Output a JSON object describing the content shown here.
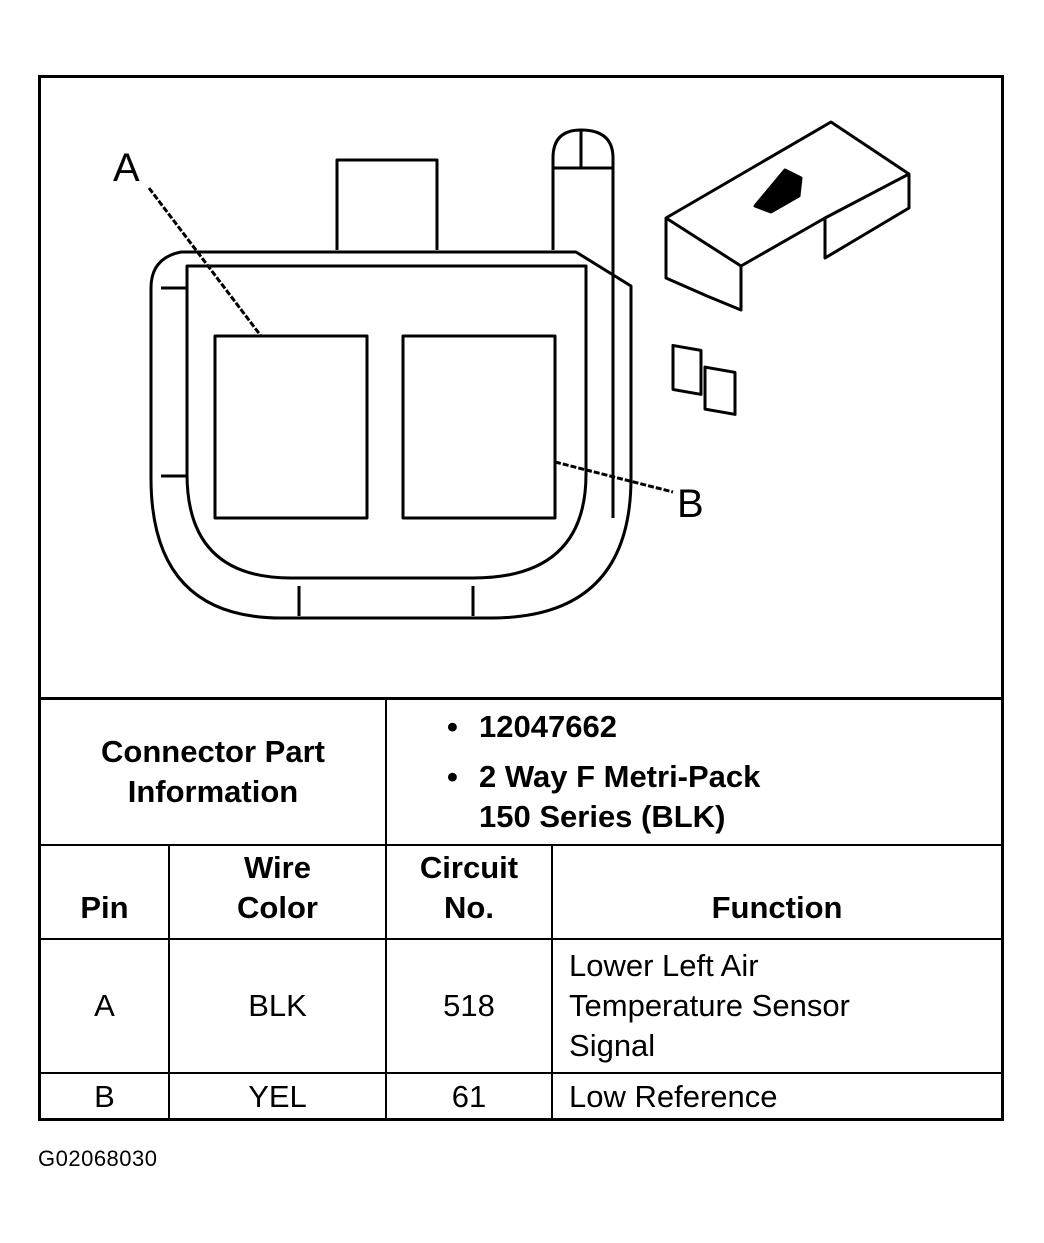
{
  "diagram": {
    "callout_a": "A",
    "callout_b": "B"
  },
  "connector_info": {
    "title_line1": "Connector Part",
    "title_line2": "Information",
    "bullets": [
      "12047662",
      "2 Way F Metri-Pack",
      "150 Series (BLK)"
    ]
  },
  "pin_table": {
    "headers": {
      "pin": "Pin",
      "wire_color_line1": "Wire",
      "wire_color_line2": "Color",
      "circuit_line1": "Circuit",
      "circuit_line2": "No.",
      "function": "Function"
    },
    "rows": [
      {
        "pin": "A",
        "wire_color": "BLK",
        "circuit": "518",
        "function_lines": [
          "Lower Left Air",
          "Temperature Sensor",
          "Signal"
        ]
      },
      {
        "pin": "B",
        "wire_color": "YEL",
        "circuit": "61",
        "function_lines": [
          "Low Reference"
        ]
      }
    ]
  },
  "footer": {
    "figure_code": "G02068030"
  }
}
